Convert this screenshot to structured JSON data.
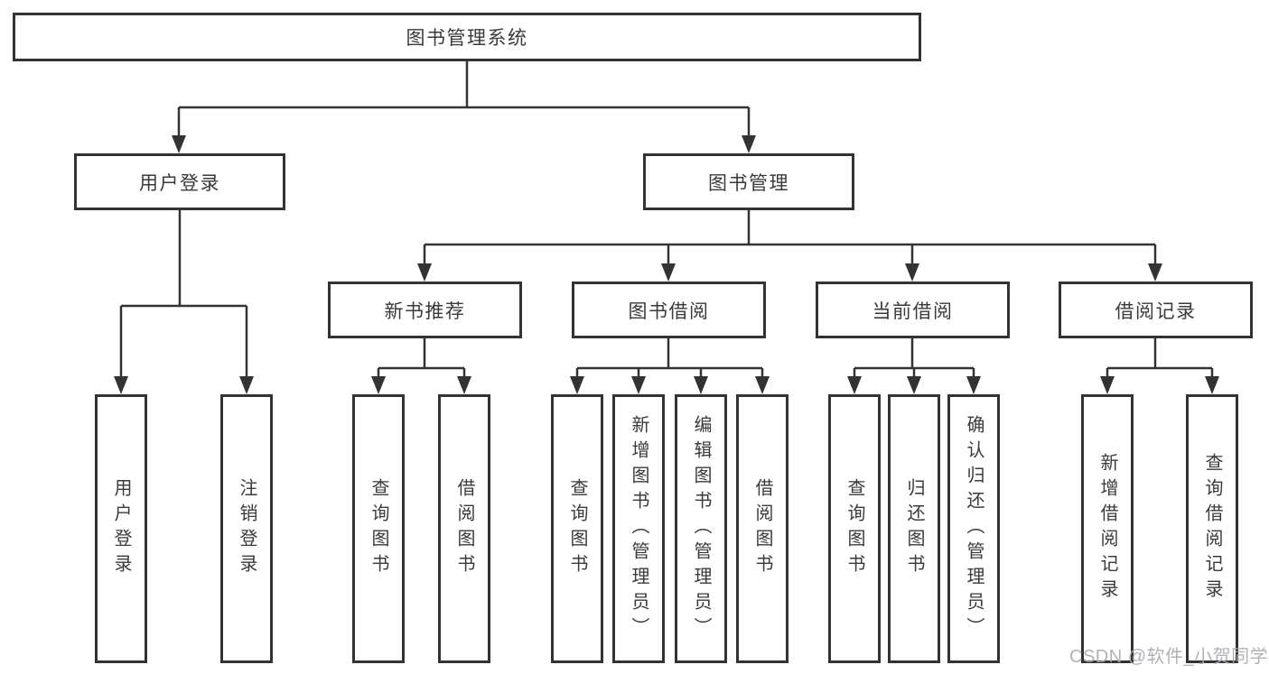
{
  "diagram": {
    "root_label": "图书管理系统",
    "branches": [
      {
        "label": "用户登录",
        "leaves": [
          "用户登录",
          "注销登录"
        ]
      },
      {
        "label": "图书管理",
        "sections": [
          {
            "label": "新书推荐",
            "leaves": [
              "查询图书",
              "借阅图书"
            ]
          },
          {
            "label": "图书借阅",
            "leaves": [
              "查询图书",
              "新增图书（管理员）",
              "编辑图书（管理员）",
              "借阅图书"
            ]
          },
          {
            "label": "当前借阅",
            "leaves": [
              "查询图书",
              "归还图书",
              "确认归还（管理员）"
            ]
          },
          {
            "label": "借阅记录",
            "leaves": [
              "新增借阅记录",
              "查询借阅记录"
            ]
          }
        ]
      }
    ]
  },
  "watermark": "CSDN @软件_小贺同学",
  "colors": {
    "line": "#333333",
    "box_bg": "#ffffff",
    "background": "#ffffff",
    "text": "#3a3a3a",
    "watermark": "#a9a9b0"
  }
}
